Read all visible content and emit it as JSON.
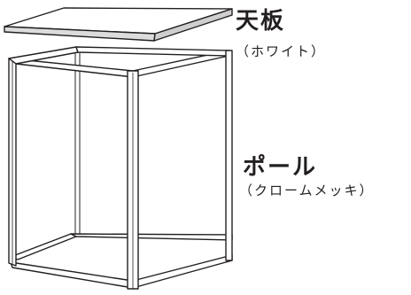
{
  "labels": {
    "top_board": "天板",
    "top_board_color": "（ホワイト）",
    "pole": "ポール",
    "pole_finish": "（クロームメッキ）"
  },
  "colors": {
    "line": "#231f20",
    "panel_face": "#ffffff",
    "panel_edge": "#d9d9d9"
  }
}
